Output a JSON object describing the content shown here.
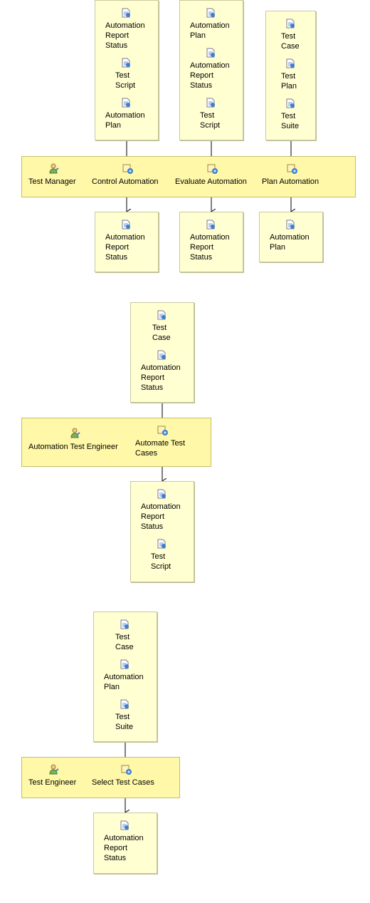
{
  "diagram1": {
    "role": "Test Manager",
    "tasks": [
      "Control Automation",
      "Evaluate Automation",
      "Plan Automation"
    ],
    "inputs": [
      [
        "Automation Report Status",
        "Test Script",
        "Automation Plan"
      ],
      [
        "Automation Plan",
        "Automation Report Status",
        "Test Script"
      ],
      [
        "Test Case",
        "Test Plan",
        "Test Suite"
      ]
    ],
    "outputs": [
      [
        "Automation Report Status"
      ],
      [
        "Automation Report Status"
      ],
      [
        "Automation Plan"
      ]
    ]
  },
  "diagram2": {
    "role": "Automation Test Engineer",
    "task": "Automate Test Cases",
    "inputs": [
      "Test Case",
      "Automation Report Status"
    ],
    "outputs": [
      "Automation Report Status",
      "Test Script"
    ]
  },
  "diagram3": {
    "role": "Test Engineer",
    "task": "Select Test Cases",
    "inputs": [
      "Test Case",
      "Automation Plan",
      "Test Suite"
    ],
    "outputs": [
      "Automation Report Status"
    ]
  },
  "icons": {
    "role": "role-person-icon",
    "task": "task-icon",
    "artifact": "artifact-document-icon"
  }
}
